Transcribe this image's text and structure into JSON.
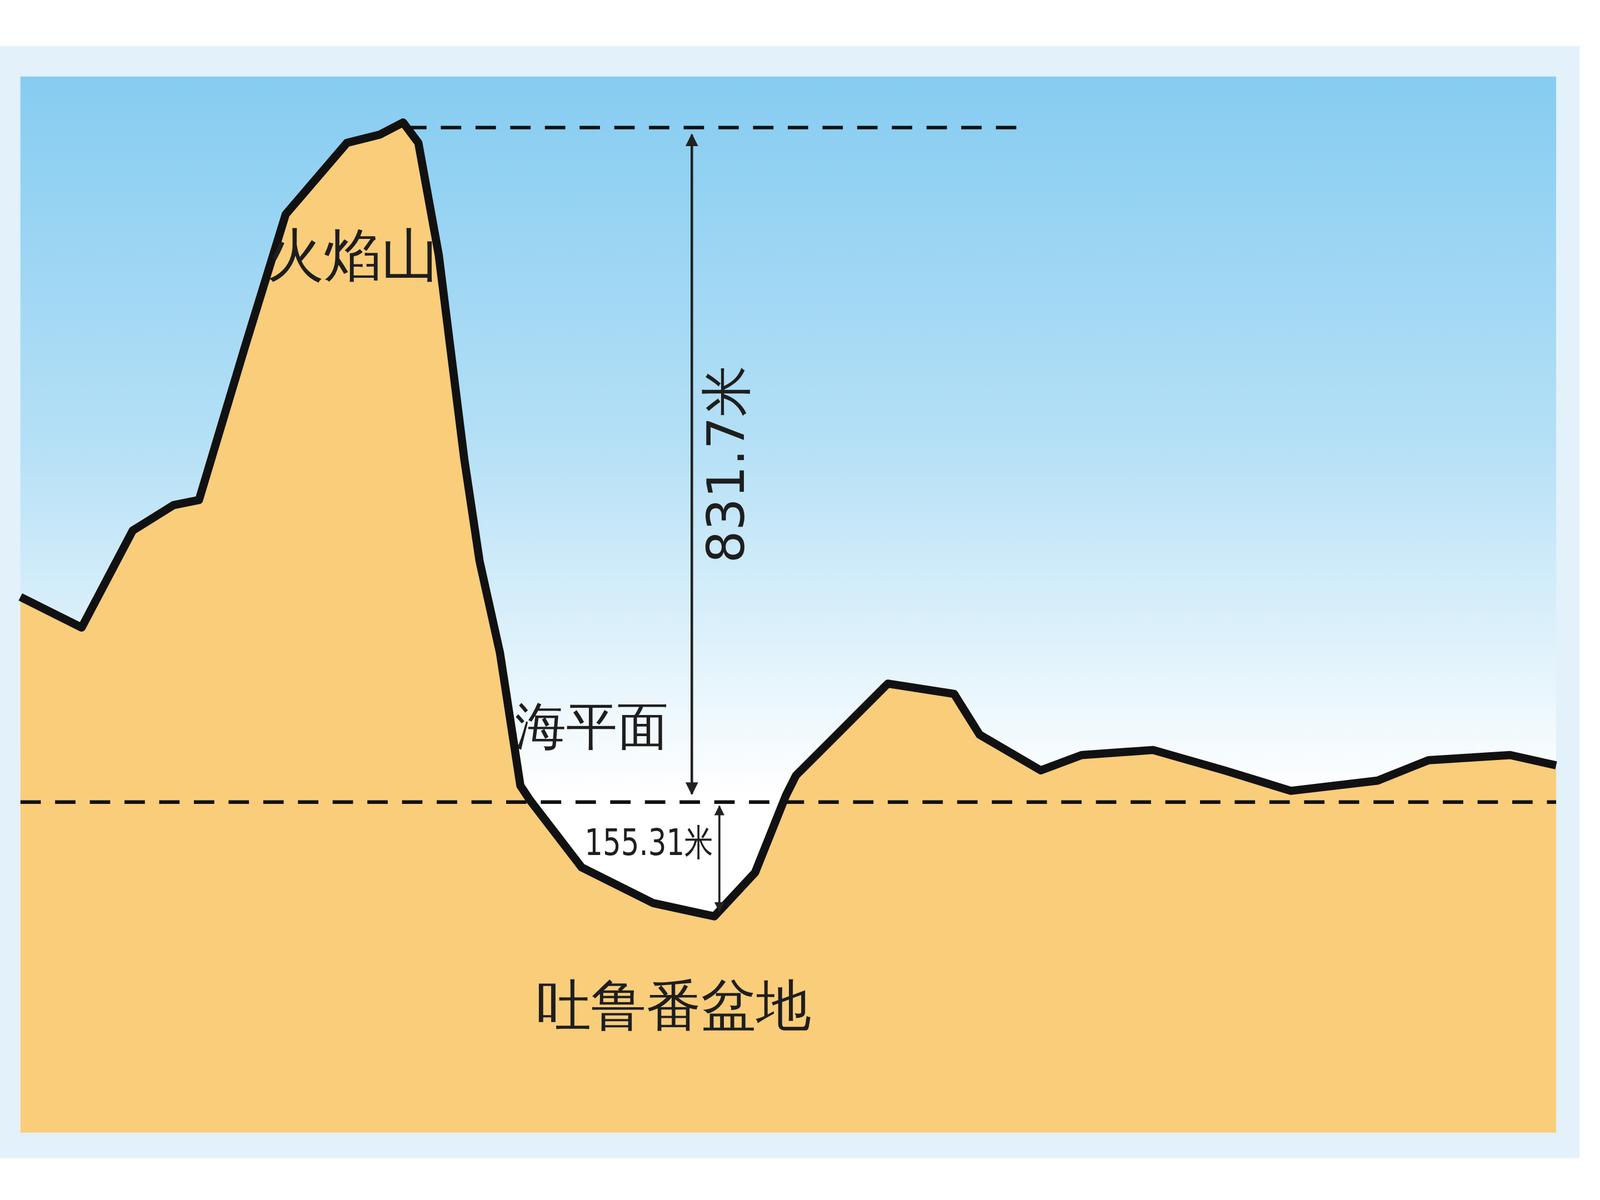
{
  "diagram": {
    "labels": [
      "火焰山",
      "831.7米",
      "海平面",
      "155.31米",
      "吐鲁番盆地"
    ]
  }
}
